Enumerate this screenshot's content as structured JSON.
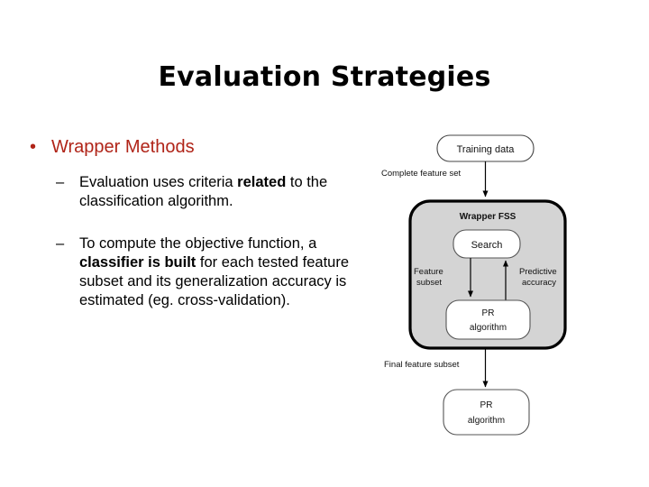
{
  "slide": {
    "title": "Evaluation Strategies"
  },
  "content": {
    "bullets": [
      {
        "marker": "•",
        "level": 1,
        "text": "Wrapper Methods",
        "color": "#B02418"
      }
    ],
    "sub_bullets": [
      {
        "marker": "–",
        "level": 2,
        "segments": [
          {
            "text": "Evaluation uses criteria ",
            "bold": false
          },
          {
            "text": "related",
            "bold": true
          },
          {
            "text": " to the classification algorithm.",
            "bold": false
          }
        ],
        "plain": "Evaluation uses criteria related to the classification algorithm."
      },
      {
        "marker": "–",
        "level": 2,
        "segments": [
          {
            "text": "To compute the objective function, a ",
            "bold": false
          },
          {
            "text": "classifier is built",
            "bold": true
          },
          {
            "text": " for each tested feature subset and its generalization accuracy is estimated (eg. cross-validation).",
            "bold": false
          }
        ],
        "plain": "To compute the objective function, a classifier is built for each tested feature subset and its generalization accuracy is estimated (eg. cross-validation)."
      }
    ]
  },
  "diagram": {
    "name": "wrapper-fss-flow-diagram",
    "nodes": {
      "training_data": "Training data",
      "wrapper_fss": "Wrapper FSS",
      "search": "Search",
      "pr_algorithm_inner_line1": "PR",
      "pr_algorithm_inner_line2": "algorithm",
      "pr_algorithm_final_line1": "PR",
      "pr_algorithm_final_line2": "algorithm"
    },
    "edge_labels": {
      "complete_feature_set": "Complete feature set",
      "feature_subset_line1": "Feature",
      "feature_subset_line2": "subset",
      "predictive_accuracy_line1": "Predictive",
      "predictive_accuracy_line2": "accuracy",
      "final_feature_subset": "Final feature subset"
    },
    "colors": {
      "panel_fill": "#D4D4D4",
      "panel_stroke": "#000000",
      "node_fill": "#FFFFFF",
      "node_stroke": "#555555",
      "arrow": "#000000"
    }
  }
}
